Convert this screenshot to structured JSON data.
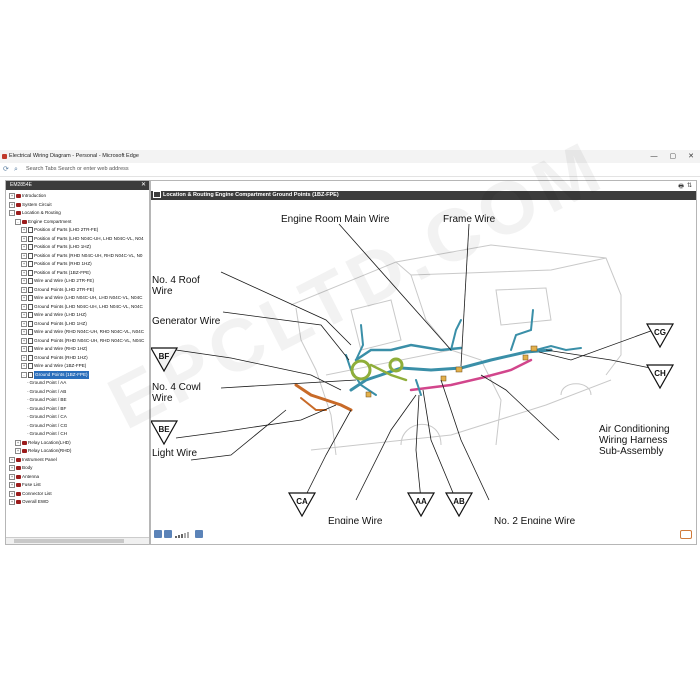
{
  "window": {
    "title": "Electrical Wiring Diagram - Personal - Microsoft Edge",
    "controls": [
      "—",
      "▢",
      "✕"
    ]
  },
  "address_bar": {
    "tabs_label": "Search Tabs",
    "placeholder": "Search or enter web address"
  },
  "left_pane": {
    "header": "EM2854E",
    "close": "✕",
    "tree": [
      {
        "label": "Introduction",
        "level": 0,
        "expander": "+",
        "icon": "book"
      },
      {
        "label": "System Circuit",
        "level": 0,
        "expander": "+",
        "icon": "book"
      },
      {
        "label": "Location & Routing",
        "level": 0,
        "expander": "-",
        "icon": "book"
      },
      {
        "label": "Engine Compartment",
        "level": 1,
        "expander": "-",
        "icon": "book"
      },
      {
        "label": "Position of Parts (LHD 2TR-FE)",
        "level": 2,
        "expander": "+",
        "icon": "doc"
      },
      {
        "label": "Position of Parts (LHD N04C-UH, LHD N04C-VL, N04",
        "level": 2,
        "expander": "+",
        "icon": "doc"
      },
      {
        "label": "Position of Parts (LHD 1HZ)",
        "level": 2,
        "expander": "+",
        "icon": "doc"
      },
      {
        "label": "Position of Parts (RHD N04C-UH, RHD N04C-VL, N0",
        "level": 2,
        "expander": "+",
        "icon": "doc"
      },
      {
        "label": "Position of Parts (RHD 1HZ)",
        "level": 2,
        "expander": "+",
        "icon": "doc"
      },
      {
        "label": "Position of Parts (1BZ-FPE)",
        "level": 2,
        "expander": "+",
        "icon": "doc"
      },
      {
        "label": "Wire and Wire (LHD 2TR-FE)",
        "level": 2,
        "expander": "+",
        "icon": "doc"
      },
      {
        "label": "Ground Points (LHD 2TR-FE)",
        "level": 2,
        "expander": "+",
        "icon": "doc"
      },
      {
        "label": "Wire and Wire (LHD N04C-UH, LHD N04C-VL, N04C",
        "level": 2,
        "expander": "+",
        "icon": "doc"
      },
      {
        "label": "Ground Points (LHD N04C-UH, LHD N04C-VL, N04C",
        "level": 2,
        "expander": "+",
        "icon": "doc"
      },
      {
        "label": "Wire and Wire (LHD 1HZ)",
        "level": 2,
        "expander": "+",
        "icon": "doc"
      },
      {
        "label": "Ground Points (LHD 1HZ)",
        "level": 2,
        "expander": "+",
        "icon": "doc"
      },
      {
        "label": "Wire and Wire (RHD N04C-UH, RHD N04C-VL, N04C",
        "level": 2,
        "expander": "+",
        "icon": "doc"
      },
      {
        "label": "Ground Points (RHD N04C-UH, RHD N04C-VL, N04C",
        "level": 2,
        "expander": "+",
        "icon": "doc"
      },
      {
        "label": "Wire and Wire (RHD 1HZ)",
        "level": 2,
        "expander": "+",
        "icon": "doc"
      },
      {
        "label": "Ground Points (RHD 1HZ)",
        "level": 2,
        "expander": "+",
        "icon": "doc"
      },
      {
        "label": "Wire and Wire (1BZ-FPE)",
        "level": 2,
        "expander": "+",
        "icon": "doc"
      },
      {
        "label": "Ground Points (1BZ-FPE)",
        "level": 2,
        "expander": "-",
        "icon": "doc",
        "selected": true
      },
      {
        "label": "Ground Point / AA",
        "level": 3,
        "icon": "dash"
      },
      {
        "label": "Ground Point / AB",
        "level": 3,
        "icon": "dash"
      },
      {
        "label": "Ground Point / BE",
        "level": 3,
        "icon": "dash"
      },
      {
        "label": "Ground Point / BF",
        "level": 3,
        "icon": "dash"
      },
      {
        "label": "Ground Point / CA",
        "level": 3,
        "icon": "dash"
      },
      {
        "label": "Ground Point / CG",
        "level": 3,
        "icon": "dash"
      },
      {
        "label": "Ground Point / CH",
        "level": 3,
        "icon": "dash"
      },
      {
        "label": "Relay Location(LHD)",
        "level": 1,
        "expander": "+",
        "icon": "book"
      },
      {
        "label": "Relay Location(RHD)",
        "level": 1,
        "expander": "+",
        "icon": "book"
      },
      {
        "label": "Instrument Panel",
        "level": 0,
        "expander": "+",
        "icon": "book"
      },
      {
        "label": "Body",
        "level": 0,
        "expander": "+",
        "icon": "book"
      },
      {
        "label": "Antenna",
        "level": 0,
        "expander": "+",
        "icon": "book"
      },
      {
        "label": "Fuse List",
        "level": 0,
        "expander": "+",
        "icon": "book"
      },
      {
        "label": "Connector List",
        "level": 0,
        "expander": "+",
        "icon": "book"
      },
      {
        "label": "Overall EWD",
        "level": 0,
        "expander": "+",
        "icon": "book"
      }
    ]
  },
  "right_pane": {
    "toolbar": [
      "🖶",
      "⇅"
    ],
    "header": "Location & Routing  Engine Compartment  Ground Points (1BZ-FPE)",
    "diagram": {
      "labels": {
        "engine_room_main_wire": "Engine Room Main Wire",
        "frame_wire": "Frame Wire",
        "no4_roof_wire_1": "No. 4 Roof",
        "no4_roof_wire_2": "Wire",
        "generator_wire": "Generator Wire",
        "no4_cowl_wire_1": "No. 4 Cowl",
        "no4_cowl_wire_2": "Wire",
        "light_wire": "Light Wire",
        "engine_wire": "Engine Wire",
        "no2_engine_wire": "No. 2 Engine Wire",
        "ac_harness_1": "Air Conditioning",
        "ac_harness_2": "Wiring Harness",
        "ac_harness_3": "Sub-Assembly"
      },
      "ground_points": [
        "BF",
        "BE",
        "CA",
        "AA",
        "AB",
        "CG",
        "CH"
      ]
    }
  },
  "watermark": "EPCLTD.COM",
  "colors": {
    "header_bg": "#3c3c3c",
    "wire_teal": "#3a8fa8",
    "wire_magenta": "#d2468c",
    "wire_green": "#8fae3a",
    "wire_orange": "#c86a28"
  }
}
